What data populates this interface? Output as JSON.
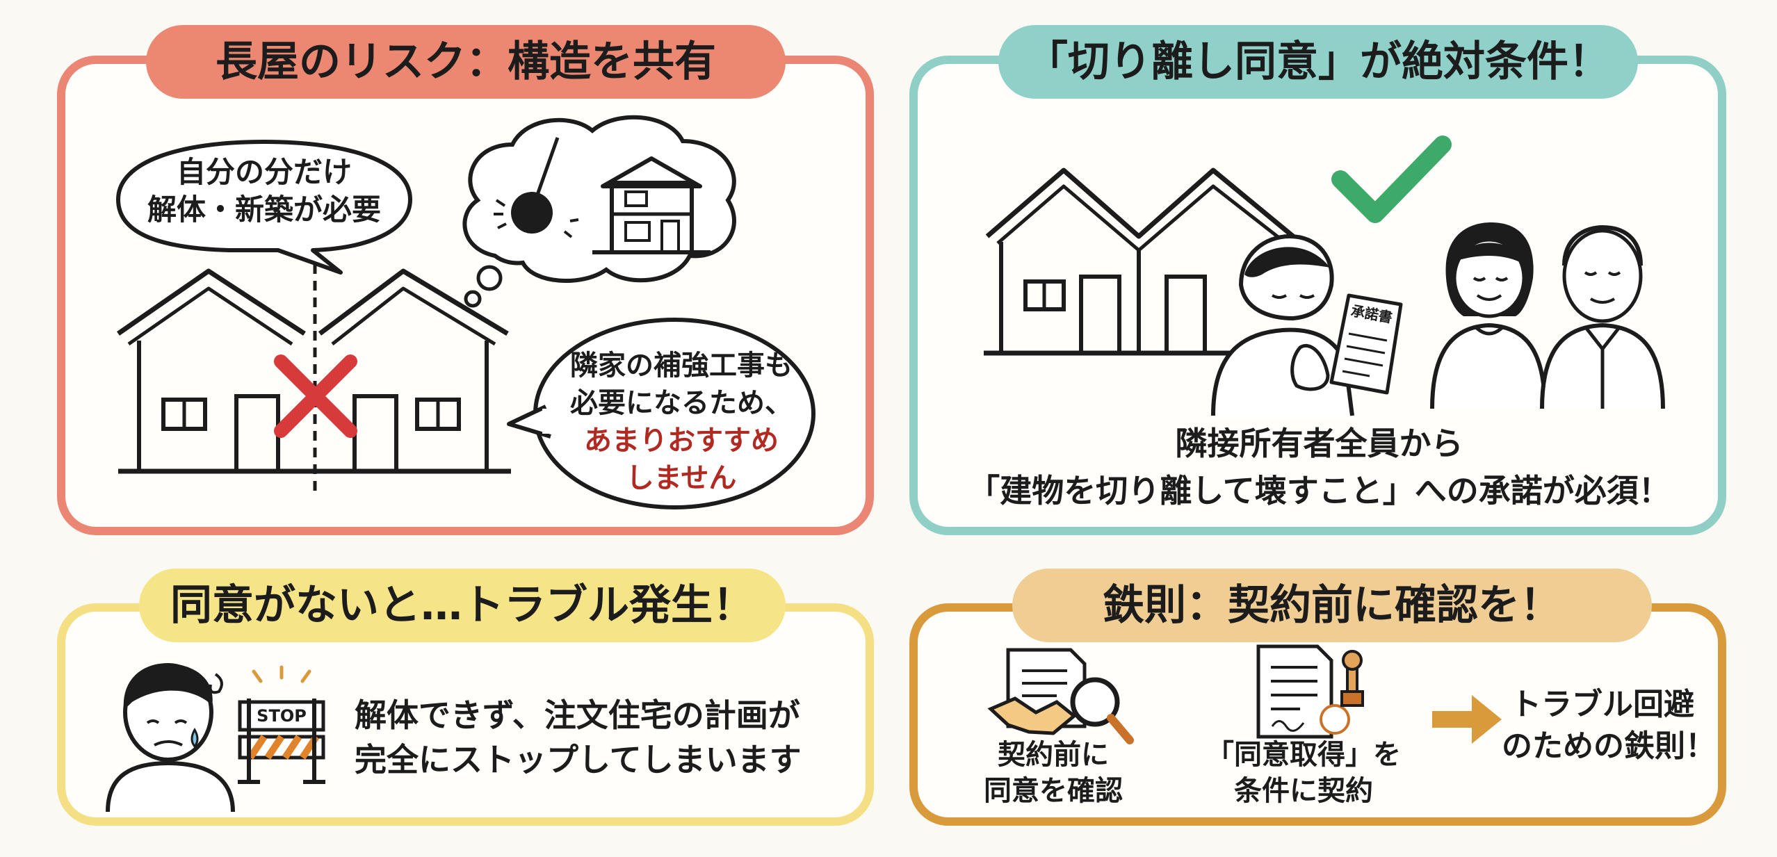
{
  "panels": {
    "risk": {
      "title": "長屋のリスク：構造を共有",
      "bubble_line1": "自分の分だけ",
      "bubble_line2": "解体・新築が必要",
      "note_line1": "隣家の補強工事も",
      "note_line2": "必要になるため、",
      "note_line3": "あまりおすすめ",
      "note_line4": "しません"
    },
    "consent": {
      "title": "「切り離し同意」が絶対条件！",
      "document_label": "承諾書",
      "line1": "隣接所有者全員から",
      "line2": "「建物を切り離して壊すこと」への承諾が必須！"
    },
    "trouble": {
      "title": "同意がないと…トラブル発生！",
      "stop_sign": "STOP",
      "line1": "解体できず、注文住宅の計画が",
      "line2": "完全にストップしてしまいます"
    },
    "rule": {
      "title": "鉄則：契約前に確認を！",
      "step1_line1": "契約前に",
      "step1_line2": "同意を確認",
      "step2_line1": "「同意取得」を",
      "step2_line2": "条件に契約",
      "result_line1": "トラブル回避",
      "result_line2": "のための鉄則！"
    }
  },
  "colors": {
    "risk_accent": "#ea8673",
    "consent_accent": "#8fcfc6",
    "trouble_accent": "#f4df84",
    "rule_accent": "#d99a3c",
    "warning_text": "#b02a22",
    "check_mark": "#3daa6a",
    "cross_mark": "#d63a3a"
  }
}
